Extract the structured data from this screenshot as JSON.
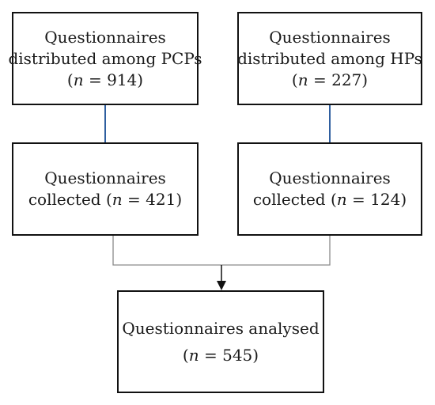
{
  "nodes": {
    "pcp_distributed": {
      "line1": "Questionnaires",
      "line2": "distributed among PCPs",
      "n_prefix": "(",
      "n_symbol": "n",
      "n_suffix": " = 914)"
    },
    "hp_distributed": {
      "line1": "Questionnaires",
      "line2": "distributed among HPs",
      "n_prefix": "(",
      "n_symbol": "n",
      "n_suffix": " = 227)"
    },
    "pcp_collected": {
      "line1": "Questionnaires",
      "line2_prefix": "collected (",
      "n_symbol": "n",
      "n_suffix": " = 421)"
    },
    "hp_collected": {
      "line1": "Questionnaires",
      "line2_prefix": "collected (",
      "n_symbol": "n",
      "n_suffix": " = 124)"
    },
    "analysed": {
      "line1": "Questionnaires analysed",
      "n_prefix": "(",
      "n_symbol": "n",
      "n_suffix": " = 545)"
    }
  },
  "colors": {
    "box_border": "#111111",
    "vertical_connector": "#2f5fa0",
    "merge_connector": "#8a8a8a",
    "arrow": "#111111"
  }
}
